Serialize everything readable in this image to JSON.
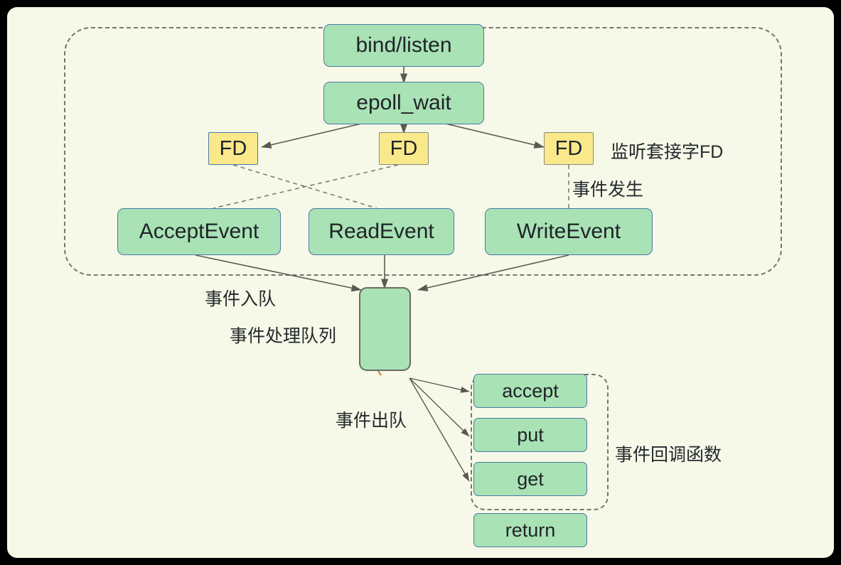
{
  "diagram": {
    "title": "epoll event loop flow",
    "background_color": "#f6f9e7",
    "node_green_color": "#a9e2b5",
    "node_yellow_color": "#fae98a",
    "accent_border_color": "#4a78a8",
    "queue_squiggle_color": "#e08a3c"
  },
  "nodes": {
    "bind_listen": "bind/listen",
    "epoll_wait": "epoll_wait",
    "fd1": "FD",
    "fd2": "FD",
    "fd3": "FD",
    "accept_event": "AcceptEvent",
    "read_event": "ReadEvent",
    "write_event": "WriteEvent",
    "queue": "",
    "accept": "accept",
    "put": "put",
    "get": "get",
    "return": "return"
  },
  "labels": {
    "listening_socket_fd": "监听套接字FD",
    "event_occurs": "事件发生",
    "event_enqueue": "事件入队",
    "event_queue": "事件处理队列",
    "event_dequeue": "事件出队",
    "event_callback": "事件回调函数"
  }
}
